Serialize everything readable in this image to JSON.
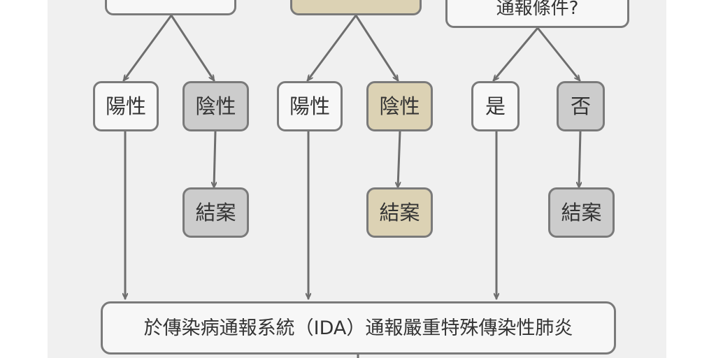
{
  "top_nodes": {
    "left": "",
    "middle": "",
    "right": "通報條件?"
  },
  "branches": {
    "b1_pos": "陽性",
    "b1_neg": "陰性",
    "b2_pos": "陽性",
    "b2_neg": "陰性",
    "b3_yes": "是",
    "b3_no": "否"
  },
  "end_nodes": {
    "close1": "結案",
    "close2": "結案",
    "close3": "結案"
  },
  "report_node": "於傳染病通報系統（IDA）通報嚴重特殊傳染性肺炎",
  "colors": {
    "panel": "#f0f0f0",
    "node_white": "#f7f7f7",
    "node_gray": "#cccccc",
    "node_tan": "#dcd2b4",
    "border": "#7a7a7a",
    "arrow": "#6e6e6e",
    "text": "#333333"
  }
}
